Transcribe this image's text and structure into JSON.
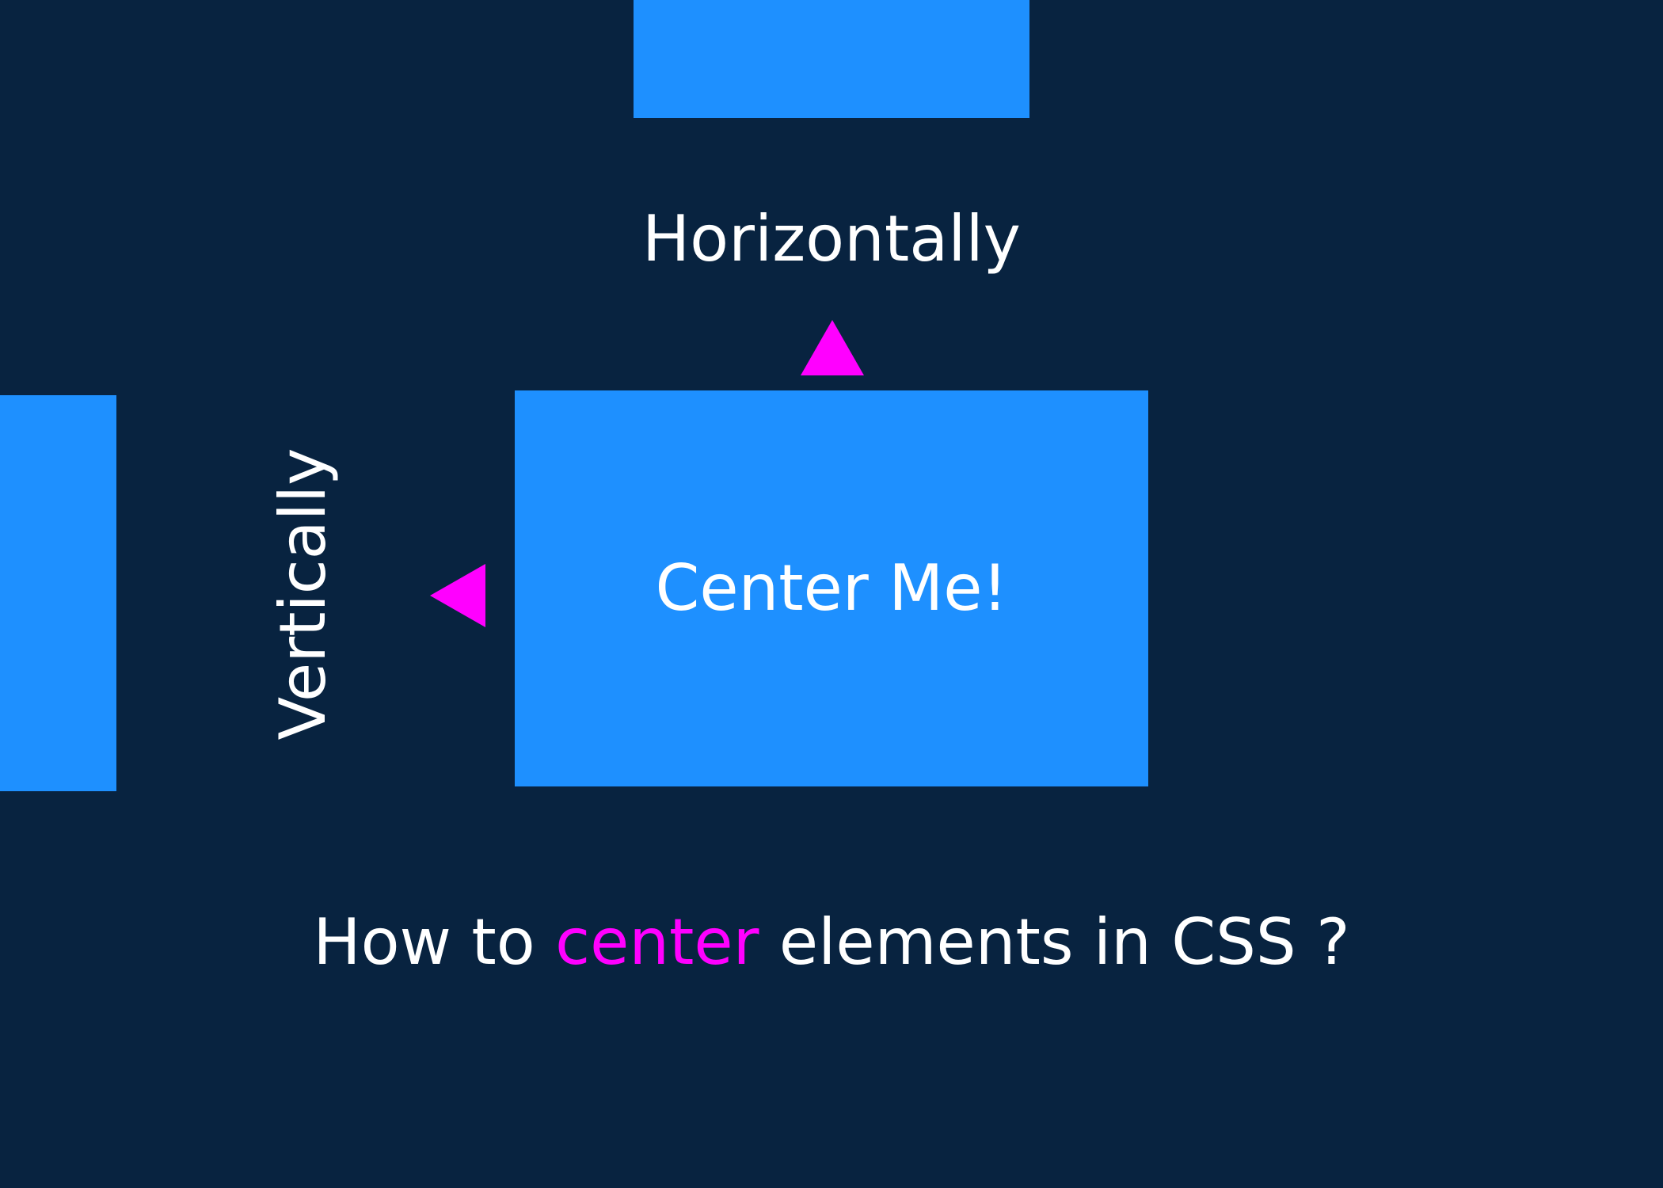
{
  "colors": {
    "background": "#082340",
    "block": "#1e90ff",
    "accent": "#ff00ff",
    "text": "#ffffff"
  },
  "center_block": {
    "label": "Center Me!"
  },
  "labels": {
    "horizontal": "Horizontally",
    "vertical": "Vertically"
  },
  "caption": {
    "before": "How to ",
    "highlight": "center",
    "after": " elements in CSS ?"
  },
  "icons": {
    "up": "arrow-up-icon",
    "left": "arrow-left-icon"
  }
}
